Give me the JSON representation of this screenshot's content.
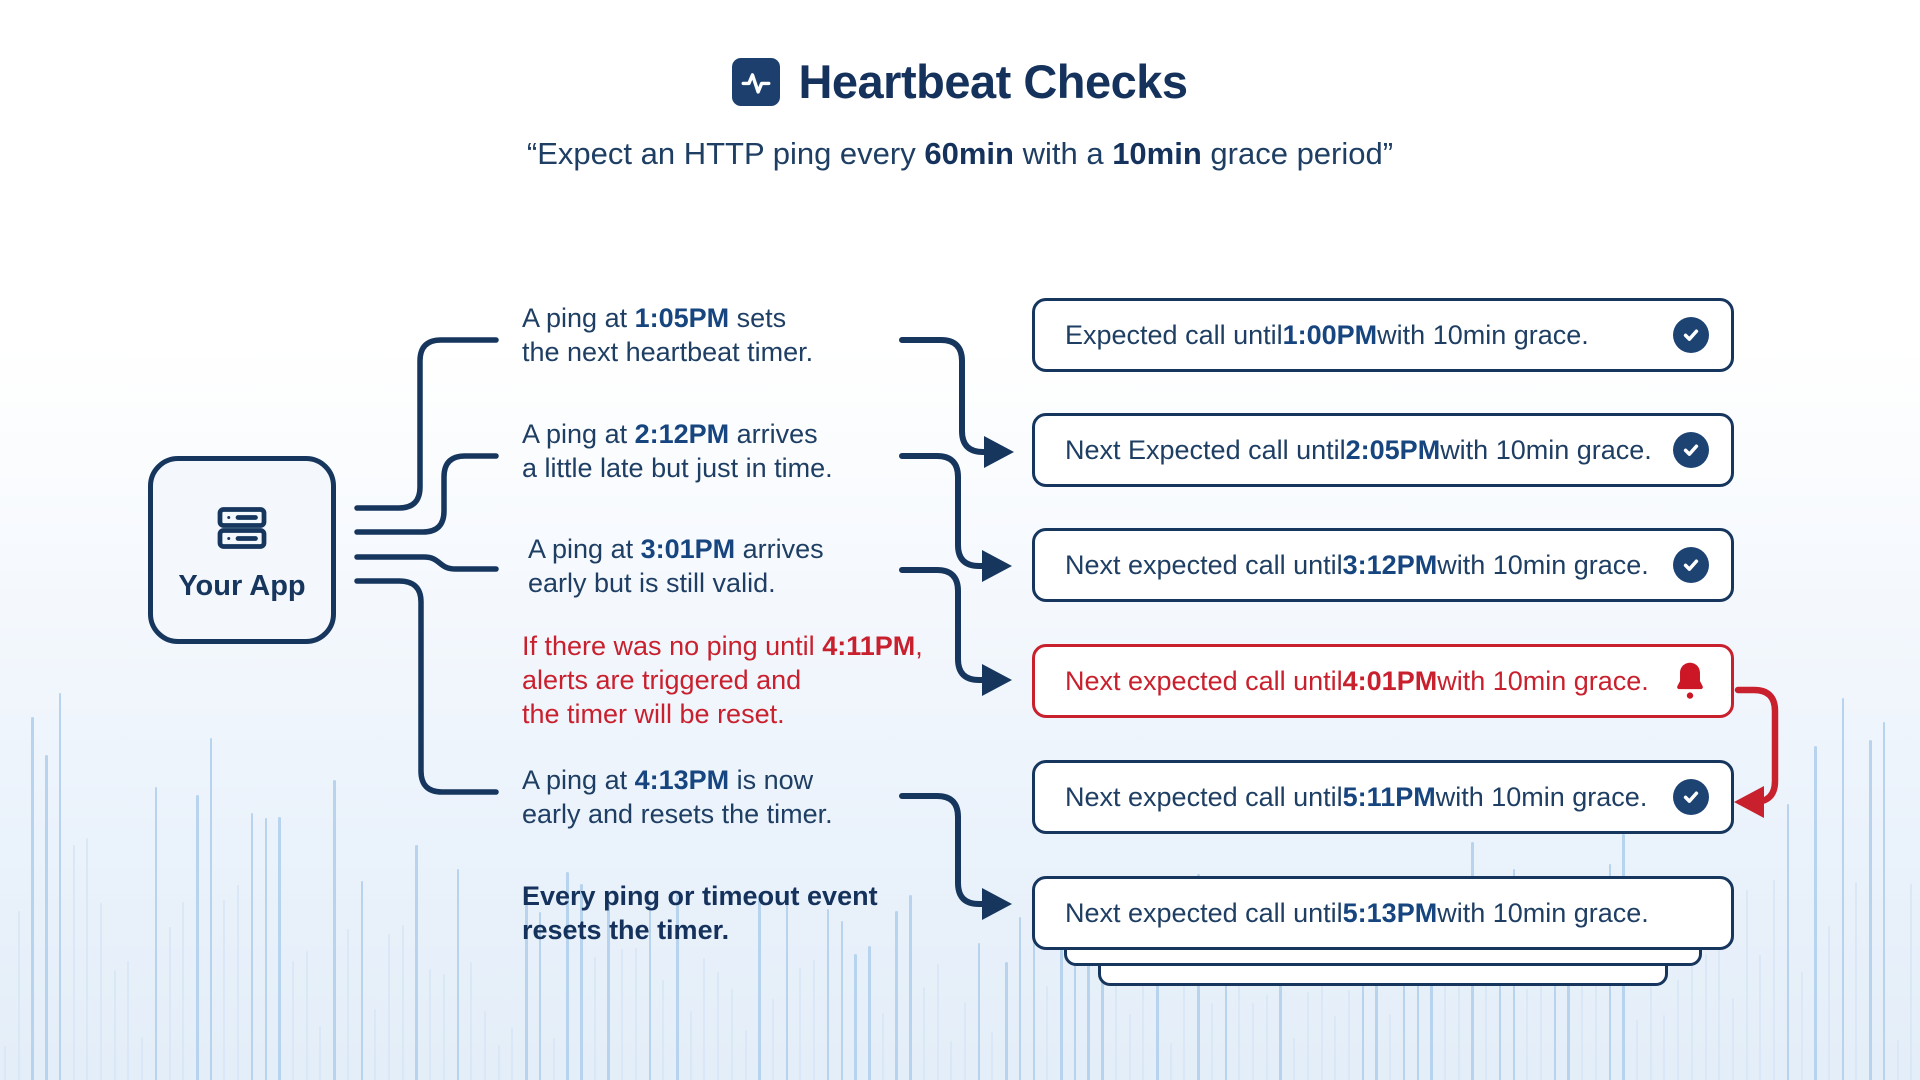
{
  "header": {
    "icon": "heartbeat-icon",
    "title": "Heartbeat Checks",
    "subtitle_parts": [
      {
        "t": "“Expect an HTTP ping every "
      },
      {
        "t": "60min",
        "b": true
      },
      {
        "t": " with a "
      },
      {
        "t": "10min",
        "b": true
      },
      {
        "t": " grace period”"
      }
    ]
  },
  "app_node": {
    "icon": "server-icon",
    "label": "Your App"
  },
  "events": [
    {
      "style": "normal",
      "lines": [
        [
          {
            "t": "A ping at "
          },
          {
            "t": "1:05PM",
            "b": true
          },
          {
            "t": " sets"
          }
        ],
        [
          {
            "t": "the next heartbeat timer."
          }
        ]
      ]
    },
    {
      "style": "normal",
      "lines": [
        [
          {
            "t": "A ping at "
          },
          {
            "t": "2:12PM",
            "b": true
          },
          {
            "t": " arrives"
          }
        ],
        [
          {
            "t": "a little late but just in time."
          }
        ]
      ]
    },
    {
      "style": "normal",
      "lines": [
        [
          {
            "t": "A ping at "
          },
          {
            "t": "3:01PM",
            "b": true
          },
          {
            "t": " arrives"
          }
        ],
        [
          {
            "t": "early but is still valid."
          }
        ]
      ]
    },
    {
      "style": "alert",
      "lines": [
        [
          {
            "t": "If there was no ping until "
          },
          {
            "t": "4:11PM",
            "b": true
          },
          {
            "t": ","
          }
        ],
        [
          {
            "t": "alerts are triggered and"
          }
        ],
        [
          {
            "t": "the timer will be reset."
          }
        ]
      ]
    },
    {
      "style": "normal",
      "lines": [
        [
          {
            "t": "A ping at "
          },
          {
            "t": "4:13PM",
            "b": true
          },
          {
            "t": " is now"
          }
        ],
        [
          {
            "t": "early and resets the timer."
          }
        ]
      ]
    },
    {
      "style": "emphasis",
      "lines": [
        [
          {
            "t": "Every ping or timeout event"
          }
        ],
        [
          {
            "t": "resets the timer."
          }
        ]
      ]
    }
  ],
  "timeline": [
    {
      "state": "ok",
      "icon": "check",
      "parts": [
        {
          "t": "Expected call until "
        },
        {
          "t": "1:00PM",
          "b": true
        },
        {
          "t": " with 10min grace."
        }
      ]
    },
    {
      "state": "ok",
      "icon": "check",
      "parts": [
        {
          "t": "Next Expected call until "
        },
        {
          "t": "2:05PM",
          "b": true
        },
        {
          "t": " with 10min grace."
        }
      ]
    },
    {
      "state": "ok",
      "icon": "check",
      "parts": [
        {
          "t": "Next expected call until "
        },
        {
          "t": "3:12PM",
          "b": true
        },
        {
          "t": " with 10min grace."
        }
      ]
    },
    {
      "state": "alert",
      "icon": "bell",
      "parts": [
        {
          "t": "Next expected call until "
        },
        {
          "t": "4:01PM",
          "b": true
        },
        {
          "t": " with 10min grace."
        }
      ]
    },
    {
      "state": "ok",
      "icon": "check",
      "parts": [
        {
          "t": "Next expected call until "
        },
        {
          "t": "5:11PM",
          "b": true
        },
        {
          "t": " with 10min grace."
        }
      ]
    },
    {
      "state": "ok",
      "icon": "none",
      "stacked": true,
      "parts": [
        {
          "t": "Next expected call until "
        },
        {
          "t": "5:13PM",
          "b": true
        },
        {
          "t": " with 10min grace."
        }
      ]
    }
  ],
  "colors": {
    "navy": "#16365e",
    "navy_strong": "#16457f",
    "check_circle": "#1d4373",
    "red": "#c9202e",
    "app_bg": "#f4f7fb",
    "wave_light": "#d9e7f6",
    "wave_medium": "#b7d3ed"
  }
}
